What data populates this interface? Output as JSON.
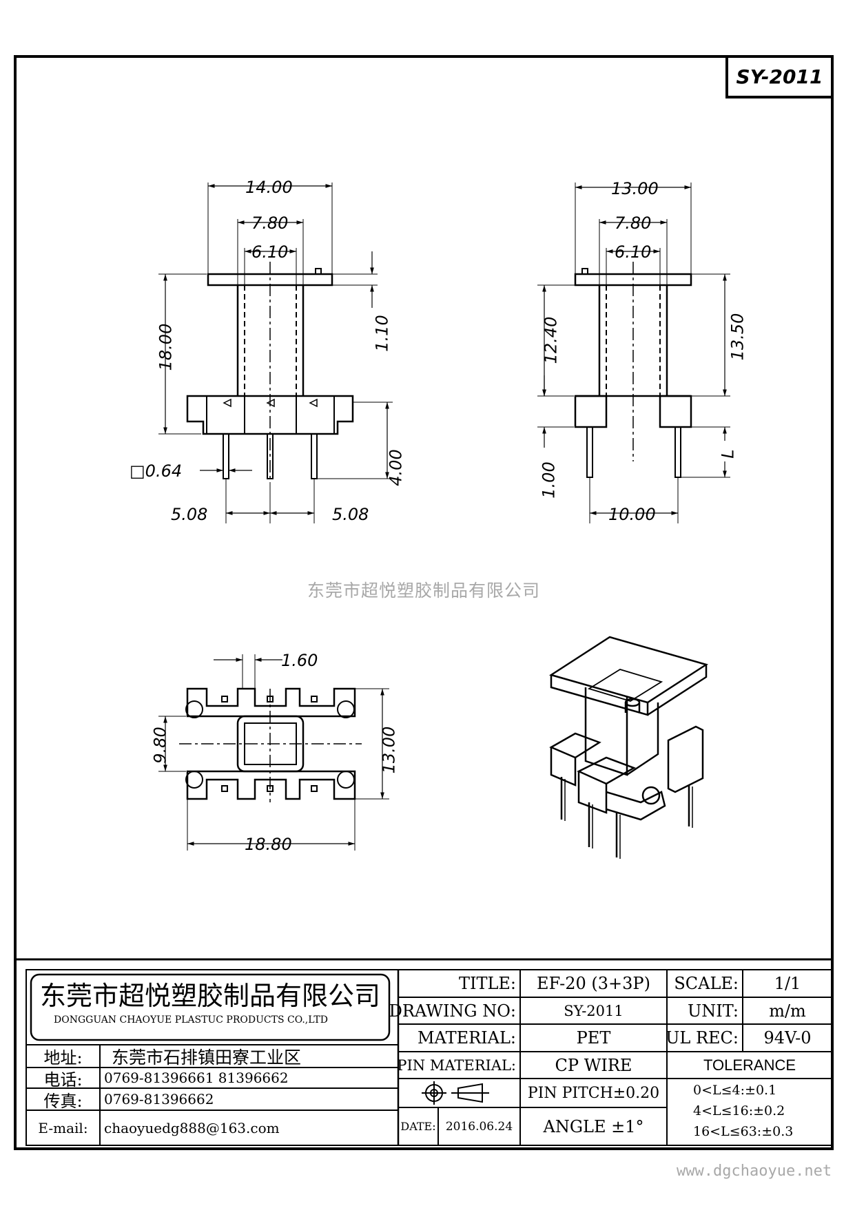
{
  "drawing_code": "SY-2011",
  "watermark": "东莞市超悦塑胶制品有限公司",
  "website": "www.dgchaoyue.net",
  "front_view": {
    "dims": {
      "A": "14.00",
      "B": "7.80",
      "C": "6.10",
      "D": "18.00",
      "E": "1.10",
      "F": "4.00",
      "G": "□0.64",
      "H": "5.08",
      "I": "5.08"
    }
  },
  "side_view": {
    "dims": {
      "J": "13.00",
      "K": "7.80",
      "L": "6.10",
      "M": "12.40",
      "N": "13.50",
      "O": "1.00",
      "P": "L",
      "Q": "10.00"
    }
  },
  "bottom_view": {
    "dims": {
      "R": "1.60",
      "S": "9.80",
      "T": "13.00",
      "U": "18.80"
    }
  },
  "title_block": {
    "company_cn": "东莞市超悦塑胶制品有限公司",
    "company_en": "DONGGUAN CHAOYUE PLASTUC PRODUCTS CO.,LTD",
    "address_label": "地址:",
    "address": "东莞市石排镇田寮工业区",
    "phone_label": "电话:",
    "phone": "0769-81396661  81396662",
    "fax_label": "传真:",
    "fax": "0769-81396662",
    "email_label": "E-mail:",
    "email": "chaoyuedg888@163.com",
    "title_label": "TITLE:",
    "title": "EF-20 (3+3P)",
    "drawing_no_label": "DRAWING NO:",
    "drawing_no": "SY-2011",
    "material_label": "MATERIAL:",
    "material": "PET",
    "pin_material_label": "PIN MATERIAL:",
    "pin_material": "CP WIRE",
    "pin_pitch": "PIN PITCH±0.20",
    "angle": "ANGLE  ±1°",
    "date_label": "DATE:",
    "date": "2016.06.24",
    "scale_label": "SCALE:",
    "scale": "1/1",
    "unit_label": "UNIT:",
    "unit": "m/m",
    "ul_label": "UL REC:",
    "ul": "94V-0",
    "tolerance_label": "TOLERANCE",
    "tolerances": [
      "0<L≤4:±0.1",
      "4<L≤16:±0.2",
      "16<L≤63:±0.3"
    ]
  }
}
